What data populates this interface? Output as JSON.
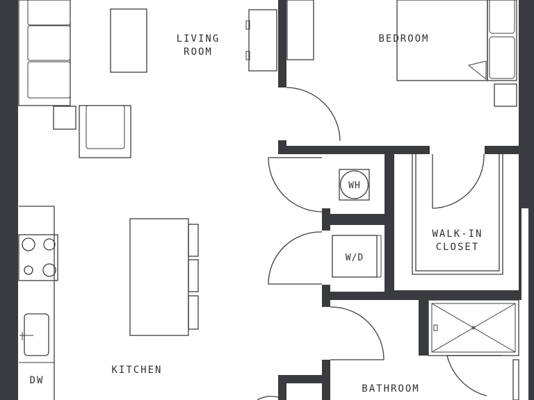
{
  "rooms": {
    "living_line1": "LIVING",
    "living_line2": "ROOM",
    "bedroom": "BEDROOM",
    "walkin_line1": "WALK-IN",
    "walkin_line2": "CLOSET",
    "kitchen": "KITCHEN",
    "bathroom": "BATHROOM"
  },
  "fixtures": {
    "water_heater": "WH",
    "washer_dryer": "W/D",
    "dishwasher": "DW"
  },
  "colors": {
    "wall": "#3a3b3e",
    "background": "#ffffff"
  }
}
